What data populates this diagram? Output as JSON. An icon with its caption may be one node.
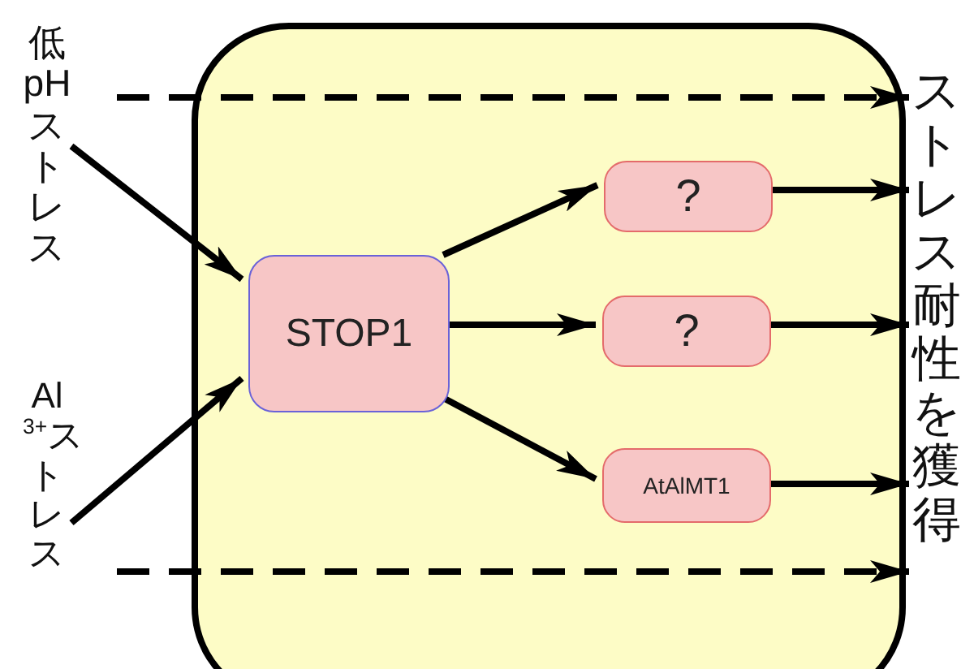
{
  "diagram": {
    "nodes": [
      {
        "text": [],
        "shape": "box"
      },
      {
        "text": [
          "低pHストレス"
        ]
      },
      {
        "text": [
          "Al$^{3+}$ストレス"
        ]
      },
      {
        "text": [
          "STOP1"
        ],
        "in": 0
      },
      {
        "text": [
          "?"
        ],
        "in": 0
      },
      {
        "text": [
          "?"
        ],
        "in": 0
      },
      {
        "text": [
          "AtAlMT1"
        ],
        "in": 0
      },
      {
        "text": [
          "ストレス耐性を獲得"
        ]
      }
    ],
    "edges": [
      {
        "from": 1,
        "to": 3,
        "arrow": "to"
      },
      {
        "from": 2,
        "to": 3,
        "arrow": "to"
      },
      {
        "from": 3,
        "to": 4,
        "arrow": "to"
      },
      {
        "from": 3,
        "to": 5,
        "arrow": "to"
      },
      {
        "from": 3,
        "to": 6,
        "arrow": "to"
      },
      {
        "from": 4,
        "to": 7,
        "arrow": "to"
      },
      {
        "from": 5,
        "to": 7,
        "arrow": "to"
      },
      {
        "from": 6,
        "to": 7,
        "arrow": "to"
      },
      {
        "from": null,
        "to": 7,
        "arrow": "to",
        "style": "dashed"
      },
      {
        "from": null,
        "to": 7,
        "arrow": "to",
        "style": "dashed"
      }
    ]
  }
}
